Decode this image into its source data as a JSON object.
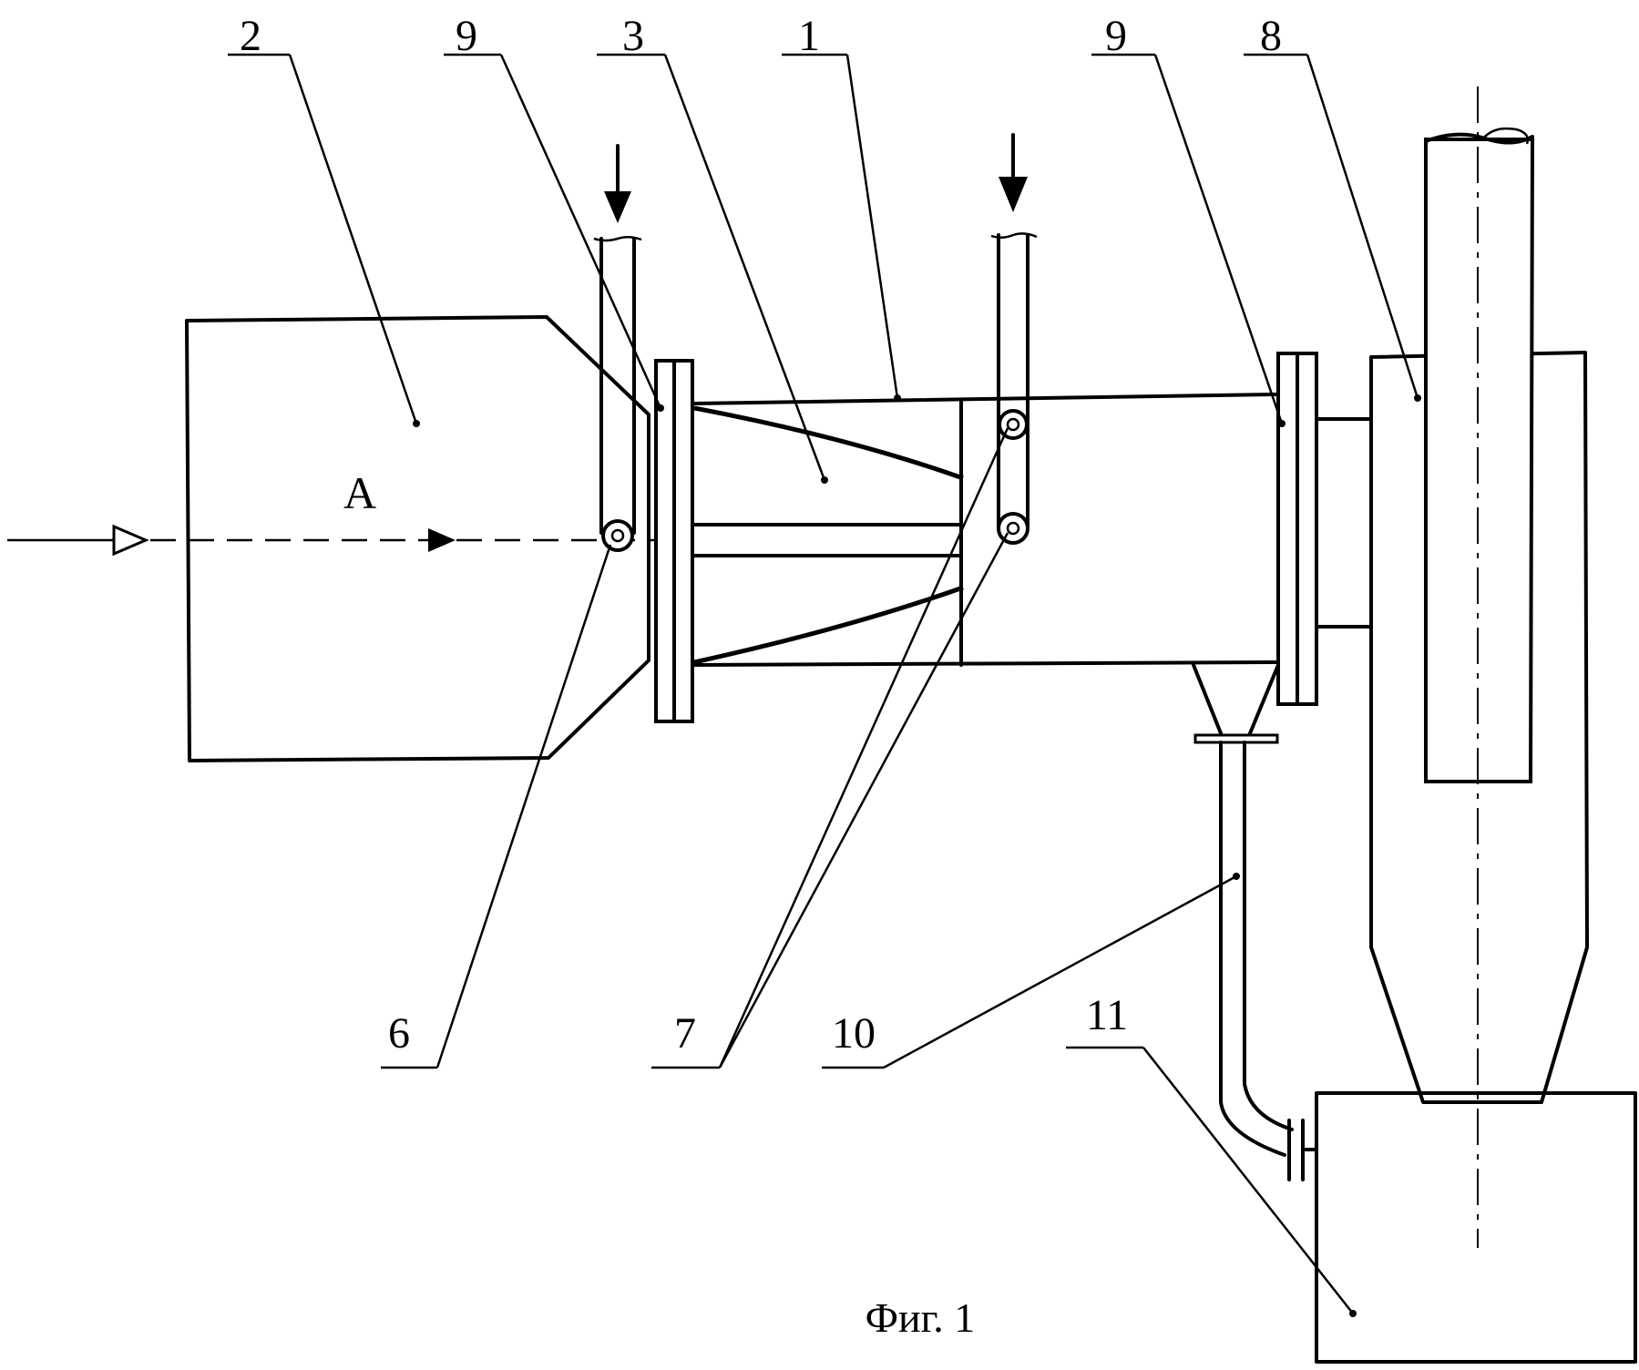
{
  "figure": {
    "caption": "Фиг. 1",
    "flow_label": "A",
    "labels": {
      "housing": "1",
      "chamber": "2",
      "swirler": "3",
      "pipe_front": "6",
      "pipes_rear": "7",
      "separator": "8",
      "flange_left": "9",
      "flange_right": "9",
      "drain_pipe": "10",
      "collector": "11"
    }
  }
}
